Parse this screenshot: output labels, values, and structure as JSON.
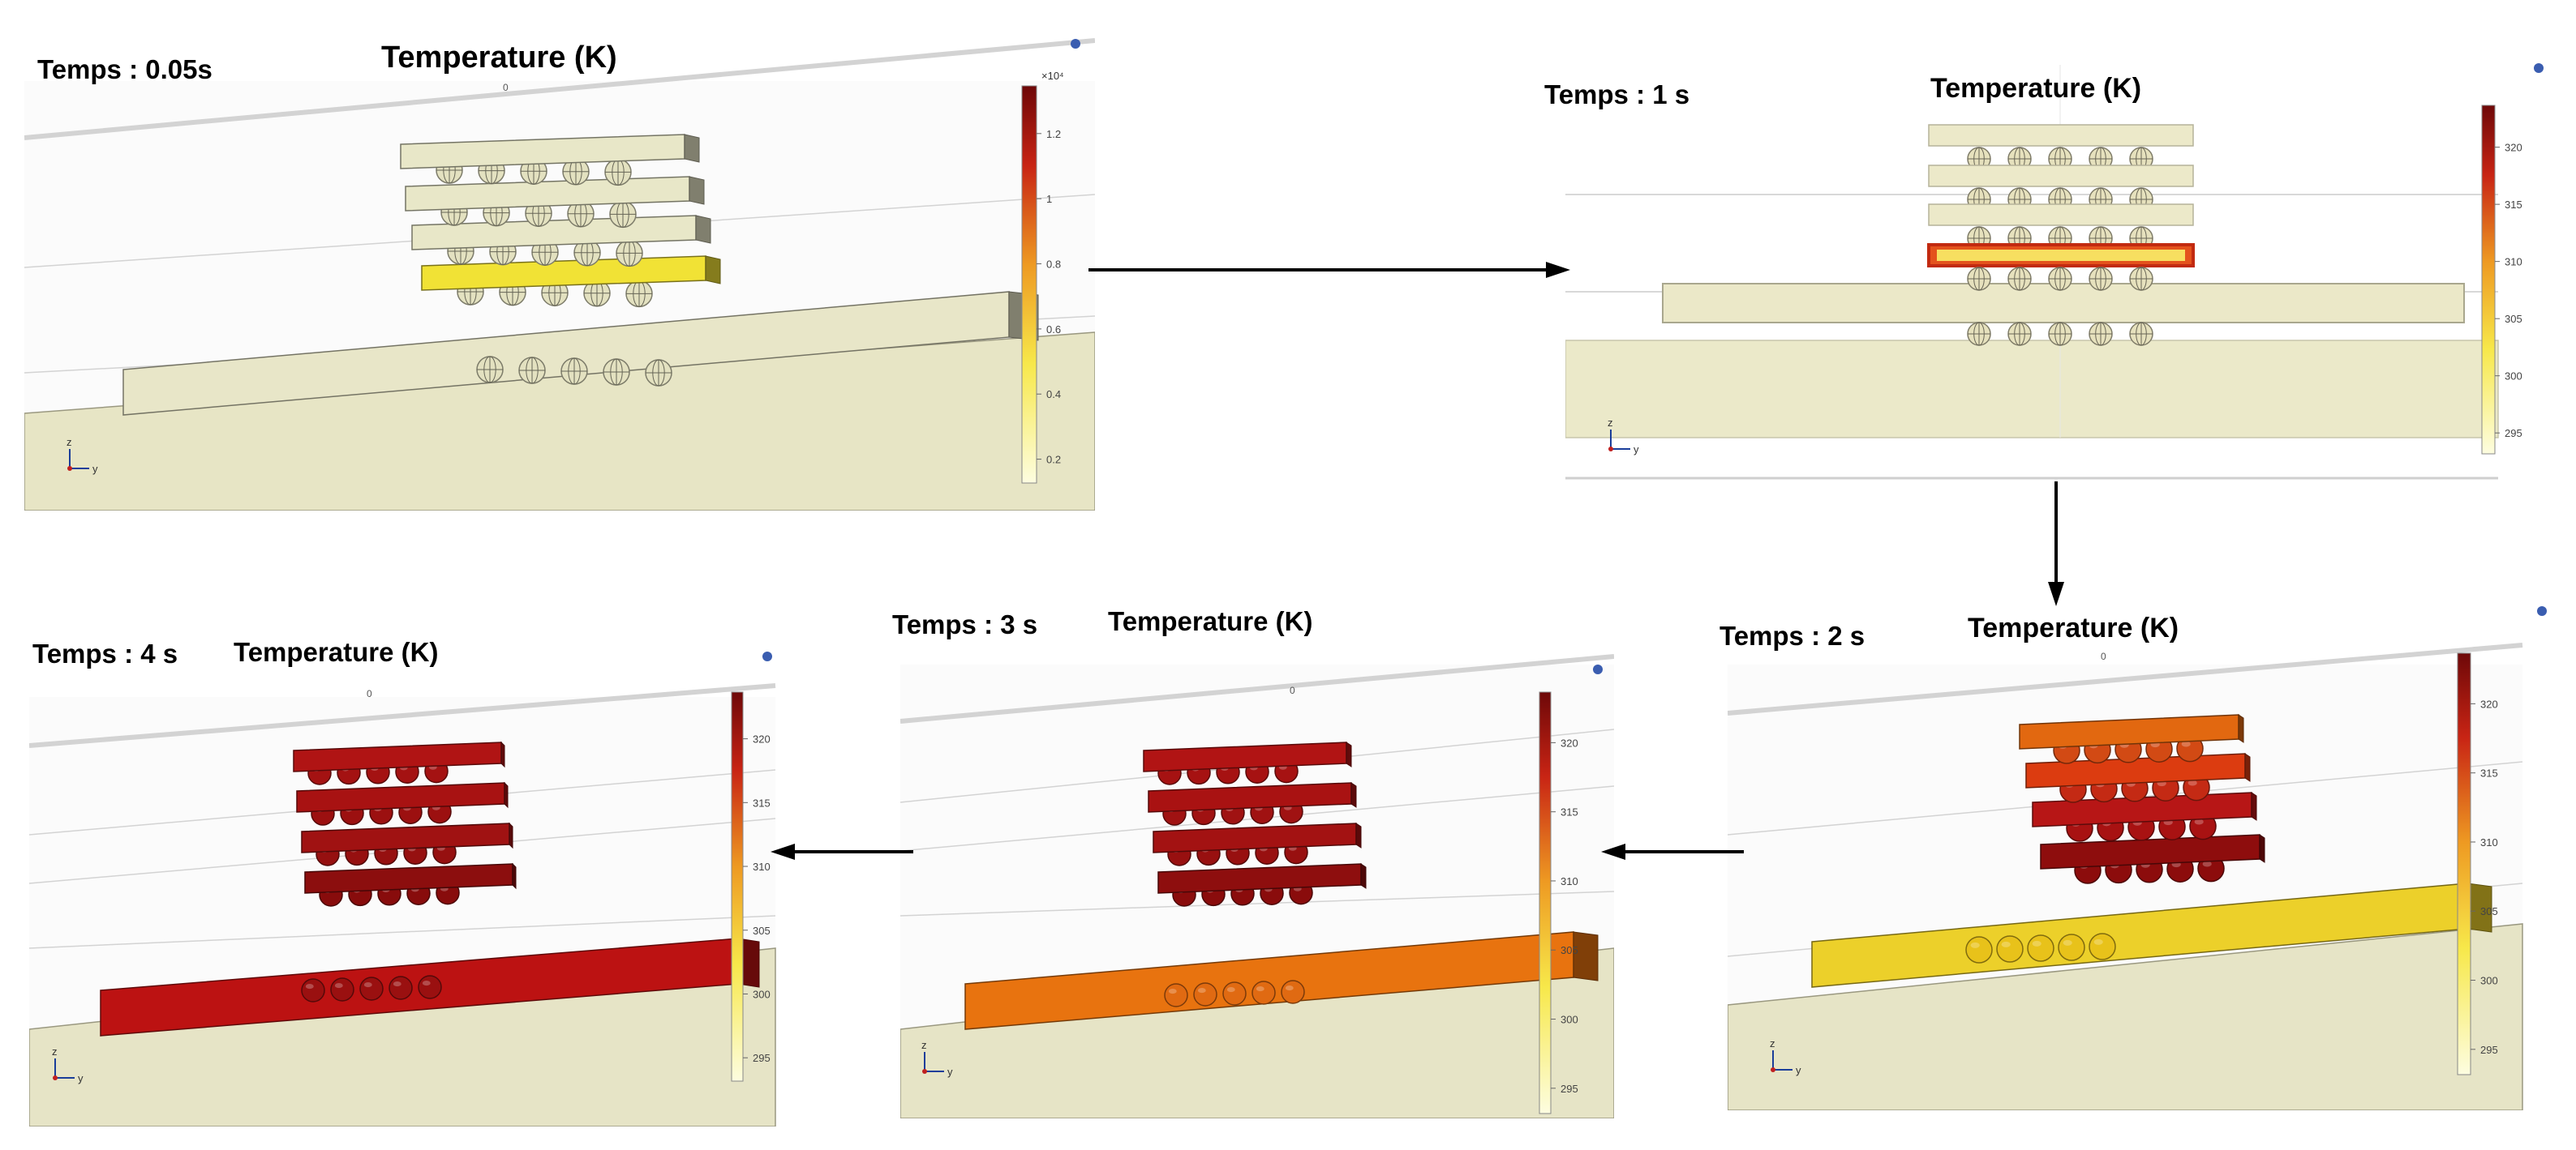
{
  "panels": [
    {
      "id": "p1",
      "time_label": "Temps : 0.05s",
      "title": "Temperature (K)",
      "top_tick": "0",
      "colorbar": {
        "exponent_label": "×10⁴",
        "ticks": [
          "1.2",
          "1",
          "0.8",
          "0.6",
          "0.4",
          "0.2"
        ]
      },
      "plate_colors": [
        "#e8e7c8",
        "#e8e7c8",
        "#e8e7c8",
        "#f1e235"
      ],
      "ball_colors": [
        "#e3e1c0",
        "#e3e1c0",
        "#e3e1c0",
        "#e3e1c0",
        "#e3e1c0"
      ],
      "base_color": "#e8e6c8",
      "axes": {
        "z": "z",
        "y": "y"
      }
    },
    {
      "id": "p2",
      "time_label": "Temps : 1 s",
      "title": "Temperature (K)",
      "colorbar": {
        "ticks": [
          "320",
          "315",
          "310",
          "305",
          "300",
          "295"
        ]
      },
      "plate_colors": [
        "#ece9c9",
        "#ece9c9",
        "#ece9c9",
        "#e4521c"
      ],
      "ball_colors": [
        "#e6e1bd",
        "#e6e1bd",
        "#e6e1bd",
        "#e6e1bd",
        "#e6e1bd"
      ],
      "base_color": "#ebe8c8",
      "axes": {
        "z": "z",
        "y": "y"
      }
    },
    {
      "id": "p3",
      "time_label": "Temps : 2 s",
      "title": "Temperature (K)",
      "top_tick": "0",
      "colorbar": {
        "ticks": [
          "320",
          "315",
          "310",
          "305",
          "300",
          "295"
        ]
      },
      "plate_colors": [
        "#e26810",
        "#dc3c10",
        "#b71616",
        "#8e0d0d"
      ],
      "base_color": "#ecd02a",
      "ball_colors": [
        "#d24a14",
        "#c42a14",
        "#a81212",
        "#8c0c0c",
        "#e8c21a"
      ],
      "axes": {
        "z": "z",
        "y": "y"
      }
    },
    {
      "id": "p4",
      "time_label": "Temps : 3 s",
      "title": "Temperature (K)",
      "top_tick": "0",
      "colorbar": {
        "ticks": [
          "320",
          "315",
          "310",
          "305",
          "300",
          "295"
        ]
      },
      "plate_colors": [
        "#b11414",
        "#a91212",
        "#a31212",
        "#8e0e0e"
      ],
      "base_color": "#e8730f",
      "ball_colors": [
        "#a61212",
        "#a01212",
        "#981010",
        "#8a0c0c",
        "#e06a12"
      ],
      "axes": {
        "z": "z",
        "y": "y"
      }
    },
    {
      "id": "p5",
      "time_label": "Temps : 4 s",
      "title": "Temperature (K)",
      "top_tick": "0",
      "colorbar": {
        "ticks": [
          "320",
          "315",
          "310",
          "305",
          "300",
          "295"
        ]
      },
      "plate_colors": [
        "#b01414",
        "#a81212",
        "#a01212",
        "#8c0e0e"
      ],
      "base_color": "#bc1212",
      "ball_colors": [
        "#a41212",
        "#9c1010",
        "#961010",
        "#880c0c",
        "#9a1010"
      ],
      "axes": {
        "z": "z",
        "y": "y"
      }
    }
  ]
}
